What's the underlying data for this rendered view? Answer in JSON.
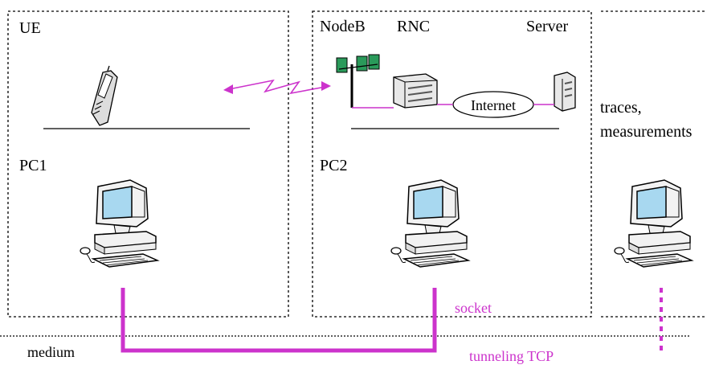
{
  "labels": {
    "ue": "UE",
    "pc1": "PC1",
    "nodeb": "NodeB",
    "rnc": "RNC",
    "server": "Server",
    "internet": "Internet",
    "pc2": "PC2",
    "traces": "traces,",
    "measurements": "measurements",
    "socket": "socket",
    "medium": "medium",
    "tunneling": "tunneling TCP"
  },
  "colors": {
    "link": "#cc33cc",
    "border": "#000000",
    "screen": "#a8d8f0",
    "antenna": "#2a9a5a"
  },
  "icons": [
    "mobile-phone-icon",
    "antenna-icon",
    "rnc-box-icon",
    "server-icon",
    "computer-icon"
  ]
}
